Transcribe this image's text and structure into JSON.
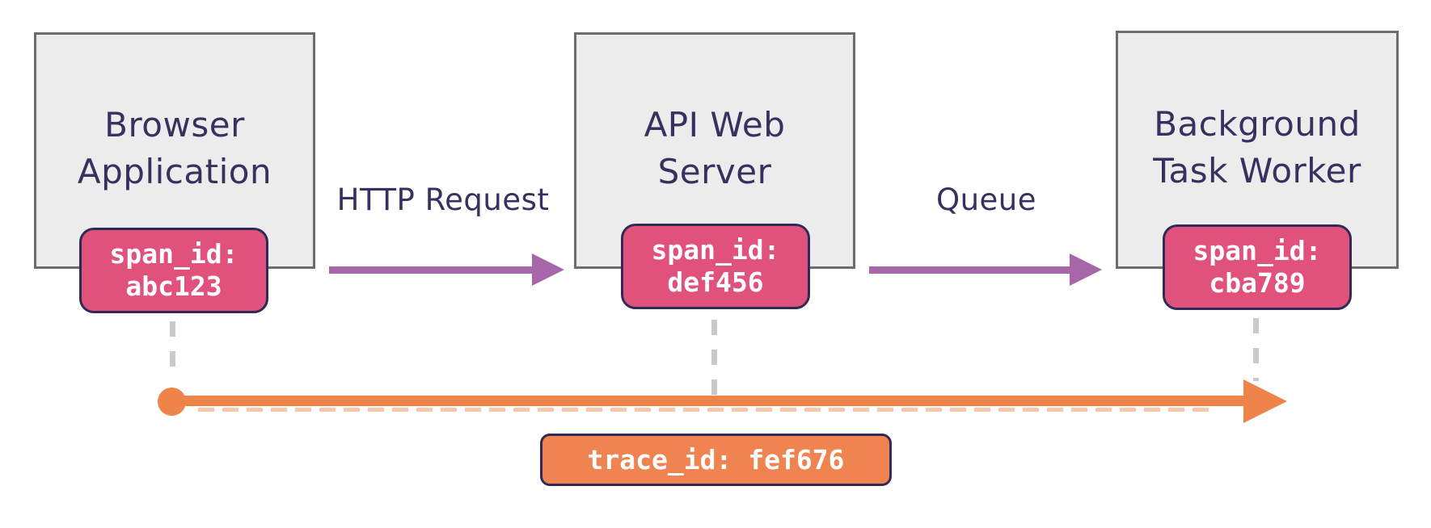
{
  "diagram": {
    "type": "distributed-tracing-flow",
    "nodes": [
      {
        "title": [
          "Browser",
          "Application"
        ],
        "badge": {
          "label": "span_id:",
          "value": "abc123"
        }
      },
      {
        "title": [
          "API Web",
          "Server"
        ],
        "badge": {
          "label": "span_id:",
          "value": "def456"
        }
      },
      {
        "title": [
          "Background",
          "Task Worker"
        ],
        "badge": {
          "label": "span_id:",
          "value": "cba789"
        }
      }
    ],
    "edges": [
      {
        "label": "HTTP Request",
        "from": "Browser Application",
        "to": "API Web Server"
      },
      {
        "label": "Queue",
        "from": "API Web Server",
        "to": "Background Task Worker"
      }
    ],
    "timeline": {
      "trace_label": "trace_id: fef676",
      "start_marker": "dot",
      "end_marker": "right-arrowhead",
      "connector_style": "dashed"
    },
    "colors": {
      "node_fill": "#ececec",
      "node_border": "#6d6d6d",
      "title_text": "#3a3060",
      "badge_fill": "#e0527b",
      "badge_border": "#2f2a56",
      "badge_text": "#ffffff",
      "edge_arrow": "#a766a7",
      "timeline": "#ee8449",
      "trace_fill": "#ef8450",
      "connector": "#c9c9c9",
      "background": "#ffffff"
    }
  }
}
